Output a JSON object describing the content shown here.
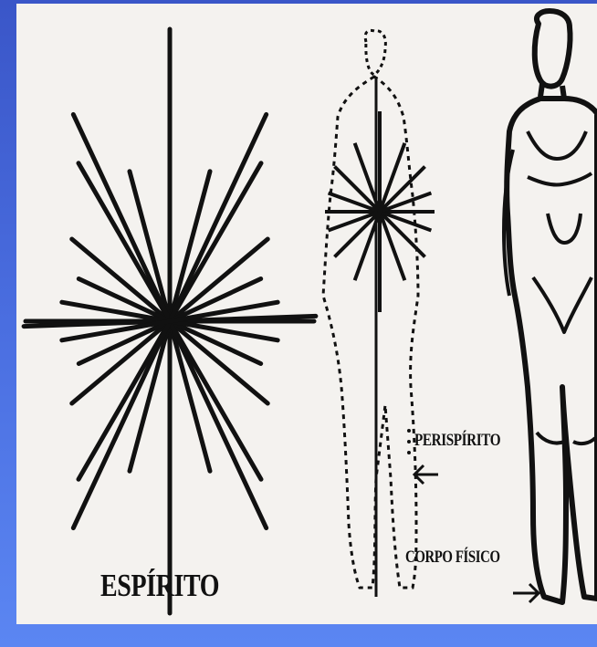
{
  "labels": {
    "spirit": "ESPÍRITO",
    "perispirit": "PERISPÍRITO",
    "physical_body": "CORPO FÍSICO"
  },
  "icons": [
    "star-burst-icon",
    "arrow-left-icon",
    "arrow-right-icon"
  ],
  "colors": {
    "slide_background": "#4a6ee0",
    "panel_background": "#f4f2ef",
    "ink": "#111111"
  }
}
